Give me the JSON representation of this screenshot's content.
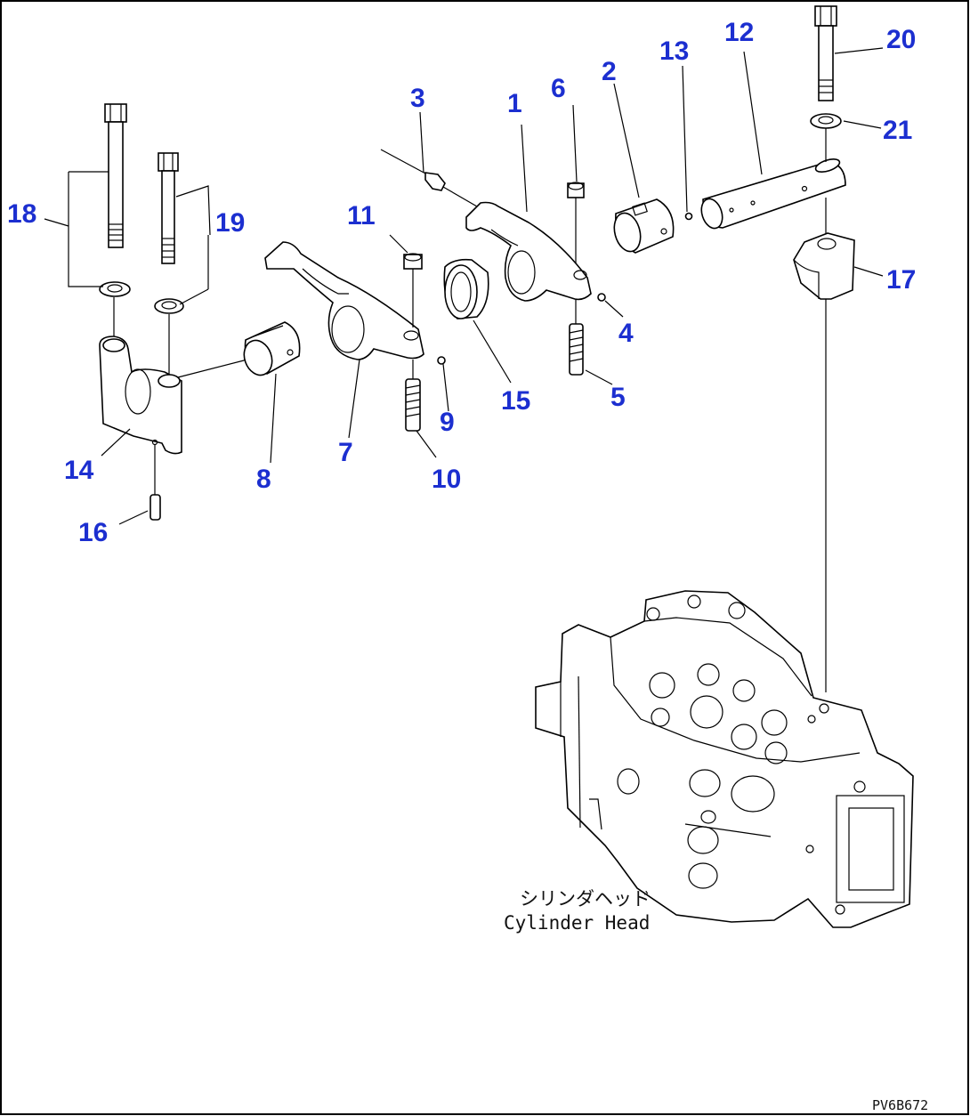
{
  "figure": {
    "code": "PV6B672",
    "caption_jp": "シリンダヘッド",
    "caption_en": "Cylinder Head",
    "callout_color": "#1c2fd0"
  },
  "callouts": [
    {
      "id": "c1",
      "label": "1"
    },
    {
      "id": "c2",
      "label": "2"
    },
    {
      "id": "c3",
      "label": "3"
    },
    {
      "id": "c4",
      "label": "4"
    },
    {
      "id": "c5",
      "label": "5"
    },
    {
      "id": "c6",
      "label": "6"
    },
    {
      "id": "c7",
      "label": "7"
    },
    {
      "id": "c8",
      "label": "8"
    },
    {
      "id": "c9",
      "label": "9"
    },
    {
      "id": "c10",
      "label": "10"
    },
    {
      "id": "c11",
      "label": "11"
    },
    {
      "id": "c12",
      "label": "12"
    },
    {
      "id": "c13",
      "label": "13"
    },
    {
      "id": "c14",
      "label": "14"
    },
    {
      "id": "c15",
      "label": "15"
    },
    {
      "id": "c16",
      "label": "16"
    },
    {
      "id": "c17",
      "label": "17"
    },
    {
      "id": "c18",
      "label": "18"
    },
    {
      "id": "c19",
      "label": "19"
    },
    {
      "id": "c20",
      "label": "20"
    },
    {
      "id": "c21",
      "label": "21"
    }
  ]
}
